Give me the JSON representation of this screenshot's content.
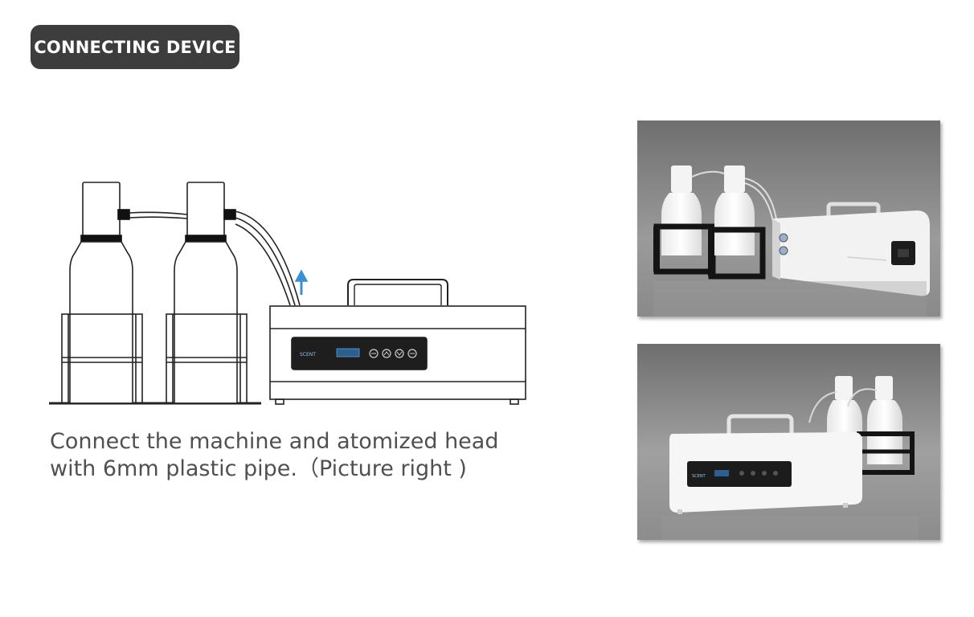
{
  "header": {
    "title": "CONNECTING DEVICE"
  },
  "caption": {
    "line1": "Connect the machine and atomized head",
    "line2": "with 6mm plastic pipe.（Picture right )"
  },
  "colors": {
    "badge_bg": "#3d3d3d",
    "badge_text": "#ffffff",
    "caption_text": "#505050",
    "arrow_accent": "#3b8fd6",
    "photo_bg": "#8a8a8a"
  },
  "icons": [
    "minus-button-icon",
    "up-button-icon",
    "down-button-icon",
    "plus-button-icon",
    "flow-arrow-icon"
  ]
}
